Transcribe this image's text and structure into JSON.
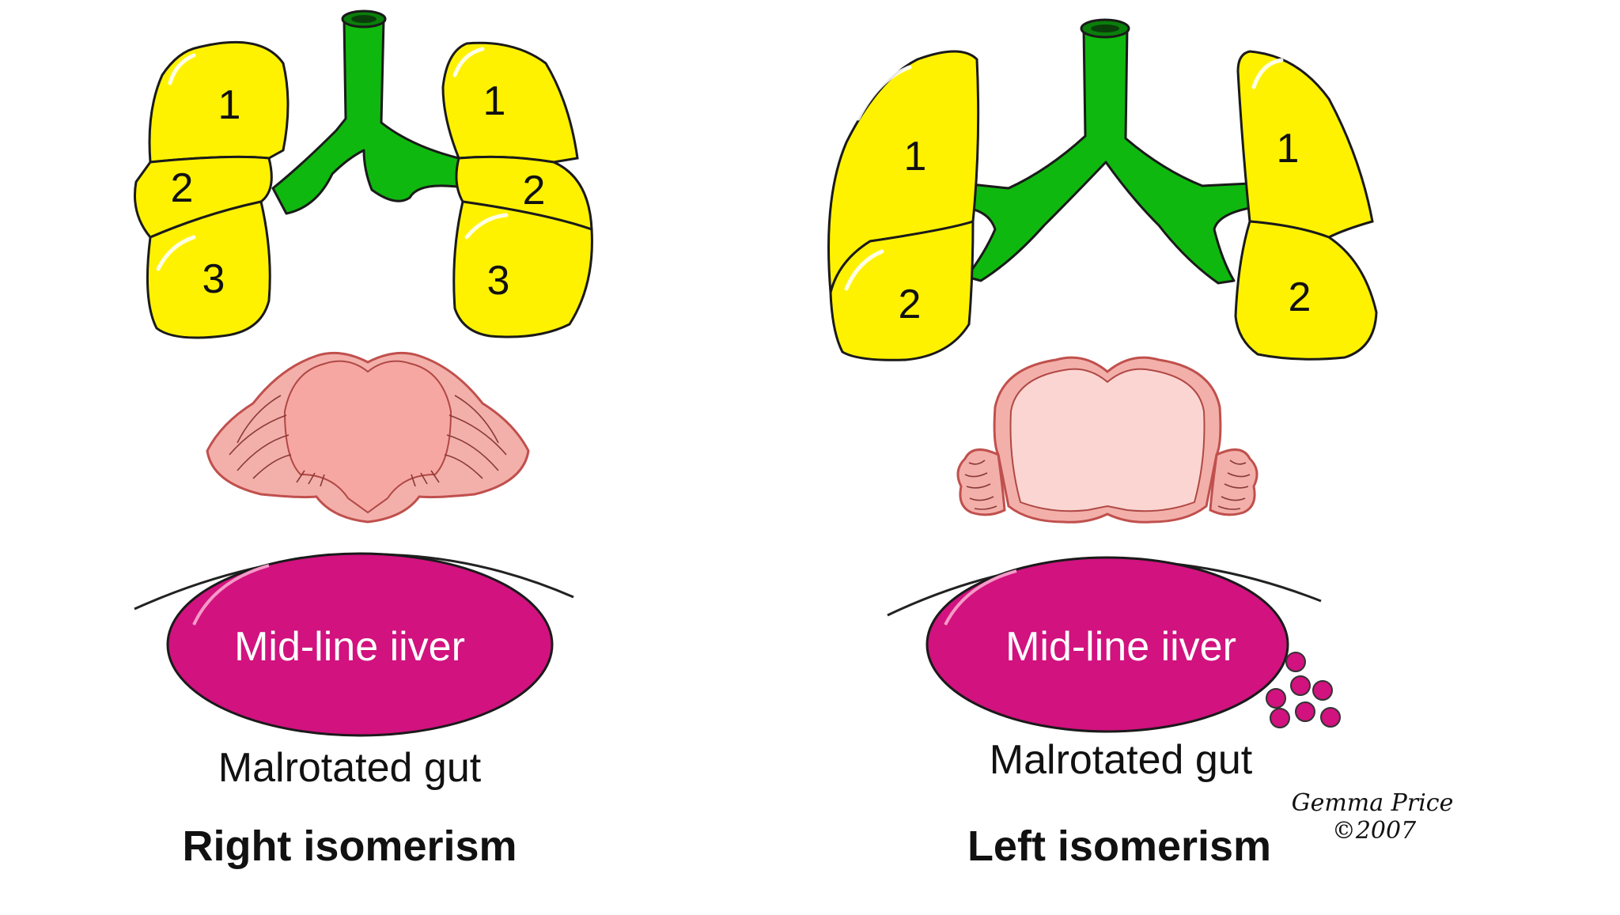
{
  "panels": [
    {
      "title": "Right isomerism",
      "lobes_left": [
        "1",
        "2",
        "3"
      ],
      "lobes_right": [
        "1",
        "2",
        "3"
      ],
      "liver_label": "Mid-line iiver",
      "gut_label": "Malrotated gut"
    },
    {
      "title": "Left isomerism",
      "lobes_left": [
        "1",
        "2"
      ],
      "lobes_right": [
        "1",
        "2"
      ],
      "liver_label": "Mid-line iiver",
      "gut_label": "Malrotated gut"
    }
  ],
  "signature": {
    "name": "Gemma Price",
    "year": "©2007"
  },
  "colors": {
    "lung": "#fff200",
    "airway": "#0fb80f",
    "atrium": "#f3b0ab",
    "liver": "#d1127f",
    "spleen": "#d1127f"
  }
}
